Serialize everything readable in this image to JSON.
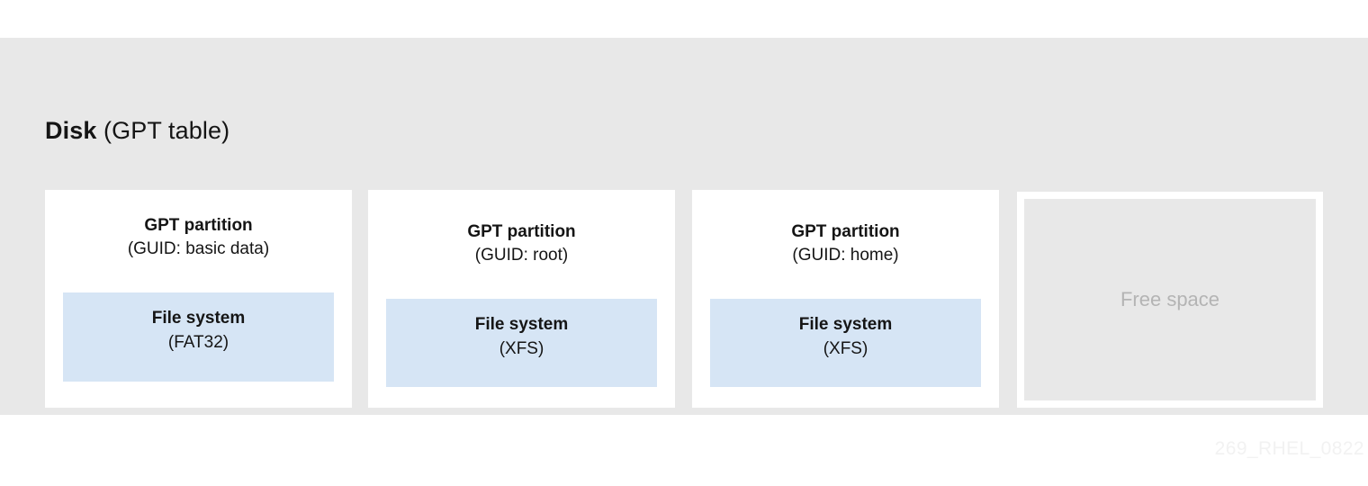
{
  "diagram": {
    "title": {
      "bold_part": "Disk",
      "rest": " (GPT table)"
    },
    "partitions": [
      {
        "head_line1": "GPT partition",
        "head_line2": "(GUID: basic data)",
        "filesystem": {
          "line1": "File system",
          "line2": "(FAT32)"
        }
      },
      {
        "head_line1": "GPT partition",
        "head_line2": "(GUID: root)",
        "filesystem": {
          "line1": "File system",
          "line2": "(XFS)"
        }
      },
      {
        "head_line1": "GPT partition",
        "head_line2": "(GUID: home)",
        "filesystem": {
          "line1": "File system",
          "line2": "(XFS)"
        }
      }
    ],
    "free_space": {
      "label": "Free space"
    },
    "watermark": "269_RHEL_0822",
    "colors": {
      "band_background": "#e8e8e8",
      "partition_background": "#ffffff",
      "filesystem_fill": "#d6e5f5",
      "text": "#151515",
      "free_space_text": "#b4b4b4",
      "watermark_text": "#f2f2f2"
    }
  }
}
